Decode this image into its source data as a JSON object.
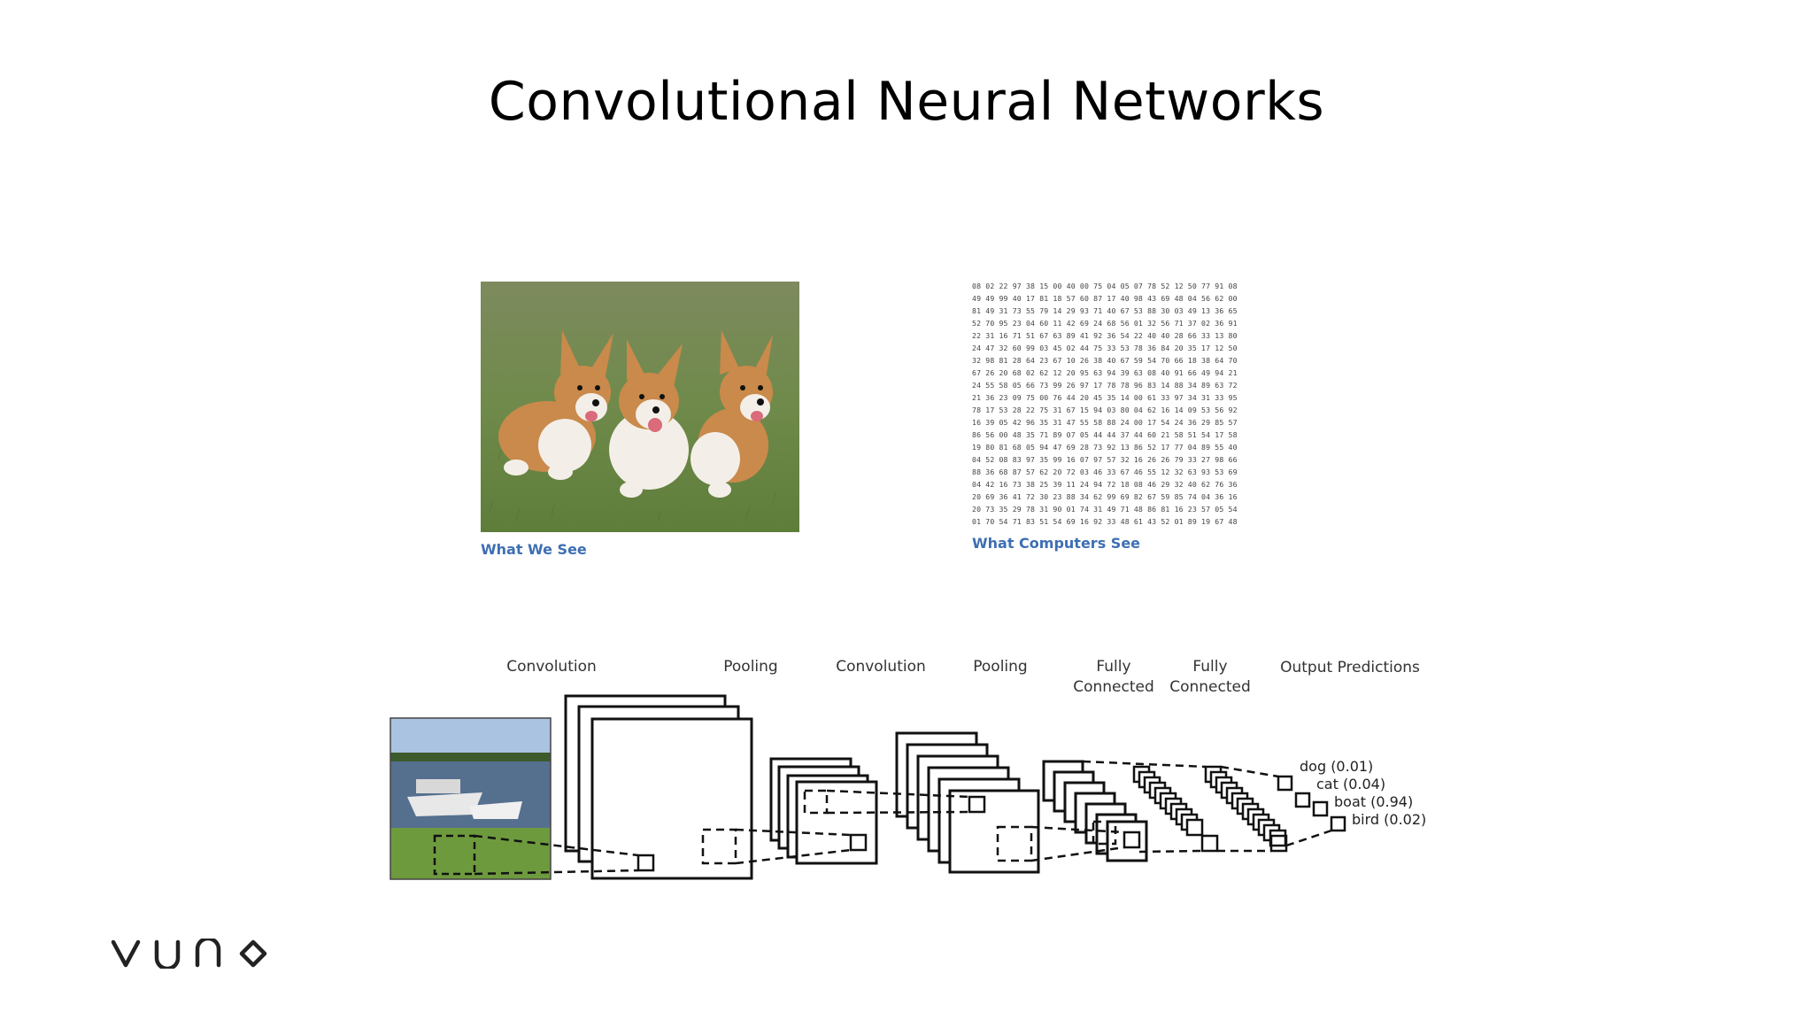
{
  "slide": {
    "title": "Convolutional Neural Networks"
  },
  "top_panel": {
    "left_caption": "What We See",
    "right_caption": "What Computers  See",
    "pixel_rows": [
      "08 02 22 97 38 15 00 40 00 75 04 05 07 78 52 12 50 77 91 08",
      "49 49 99 40 17 81 18 57 60 87 17 40 98 43 69 48 04 56 62 00",
      "81 49 31 73 55 79 14 29 93 71 40 67 53 88 30 03 49 13 36 65",
      "52 70 95 23 04 60 11 42 69 24 68 56 01 32 56 71 37 02 36 91",
      "22 31 16 71 51 67 63 89 41 92 36 54 22 40 40 28 66 33 13 80",
      "24 47 32 60 99 03 45 02 44 75 33 53 78 36 84 20 35 17 12 50",
      "32 98 81 28 64 23 67 10 26 38 40 67 59 54 70 66 18 38 64 70",
      "67 26 20 68 02 62 12 20 95 63 94 39 63 08 40 91 66 49 94 21",
      "24 55 58 05 66 73 99 26 97 17 78 78 96 83 14 88 34 89 63 72",
      "21 36 23 09 75 00 76 44 20 45 35 14 00 61 33 97 34 31 33 95",
      "78 17 53 28 22 75 31 67 15 94 03 80 04 62 16 14 09 53 56 92",
      "16 39 05 42 96 35 31 47 55 58 88 24 00 17 54 24 36 29 85 57",
      "86 56 00 48 35 71 89 07 05 44 44 37 44 60 21 58 51 54 17 58",
      "19 80 81 68 05 94 47 69 28 73 92 13 86 52 17 77 04 89 55 40",
      "04 52 08 83 97 35 99 16 07 97 57 32 16 26 26 79 33 27 98 66",
      "88 36 68 87 57 62 20 72 03 46 33 67 46 55 12 32 63 93 53 69",
      "04 42 16 73 38 25 39 11 24 94 72 18 08 46 29 32 40 62 76 36",
      "20 69 36 41 72 30 23 88 34 62 99 69 82 67 59 85 74 04 36 16",
      "20 73 35 29 78 31 90 01 74 31 49 71 48 86 81 16 23 57 05 54",
      "01 70 54 71 83 51 54 69 16 92 33 48 61 43 52 01 89 19 67 48"
    ]
  },
  "pipeline": {
    "stages": [
      "Convolution",
      "Pooling",
      "Convolution",
      "Pooling",
      "Fully\nConnected",
      "Fully\nConnected",
      "Output Predictions"
    ],
    "predictions": [
      "dog (0.01)",
      "cat (0.04)",
      "boat (0.94)",
      "bird (0.02)"
    ]
  },
  "logo_text": "vuno"
}
